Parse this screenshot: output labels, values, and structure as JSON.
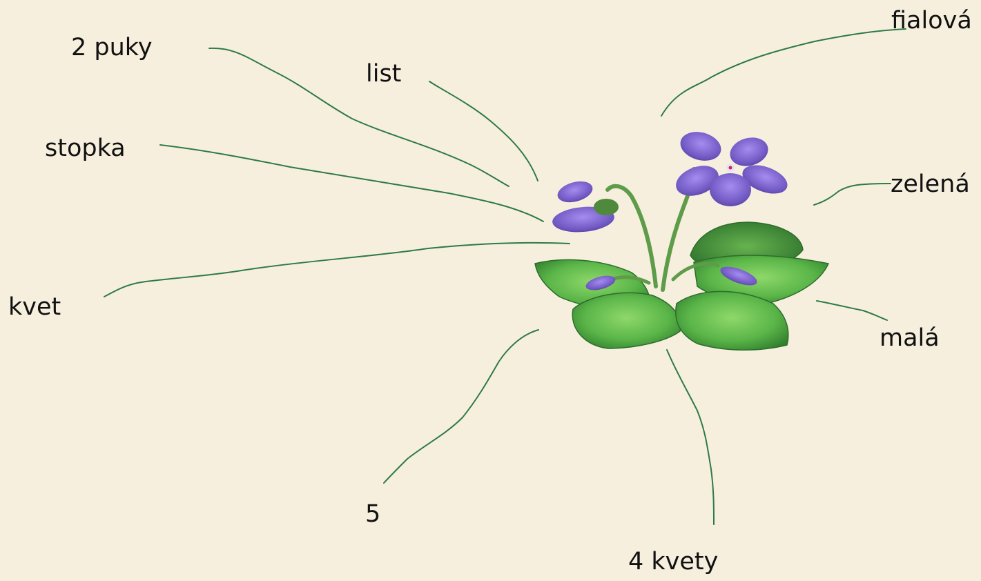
{
  "diagram": {
    "labels": {
      "fialova": "fialová",
      "two_buds": "2 puky",
      "leaf": "list",
      "stem": "stopka",
      "green": "zelená",
      "flower": "kvet",
      "small": "malá",
      "five": "5",
      "four_flowers": "4 kvety"
    },
    "colors": {
      "background": "#f6efde",
      "annotation_lines": "#2e7a45",
      "petals": "#7a62c4",
      "leaves": "#58b548"
    },
    "illustration": "violet-plant"
  }
}
